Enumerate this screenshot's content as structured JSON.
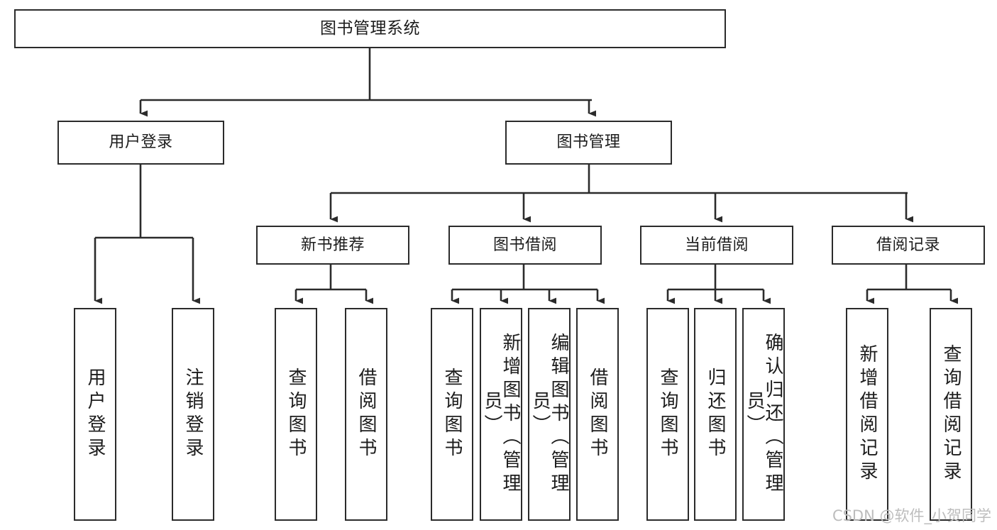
{
  "diagram": {
    "title": "图书管理系统",
    "type": "tree",
    "root": {
      "label": "图书管理系统",
      "children": [
        {
          "label": "用户登录",
          "children": [
            {
              "label": "用户登录"
            },
            {
              "label": "注销登录"
            }
          ]
        },
        {
          "label": "图书管理",
          "children": [
            {
              "label": "新书推荐",
              "children": [
                {
                  "label": "查询图书"
                },
                {
                  "label": "借阅图书"
                }
              ]
            },
            {
              "label": "图书借阅",
              "children": [
                {
                  "label": "查询图书"
                },
                {
                  "label": "新增图书（管理员）"
                },
                {
                  "label": "编辑图书（管理员）"
                },
                {
                  "label": "借阅图书"
                }
              ]
            },
            {
              "label": "当前借阅",
              "children": [
                {
                  "label": "查询图书"
                },
                {
                  "label": "归还图书"
                },
                {
                  "label": "确认归还（管理员）"
                }
              ]
            },
            {
              "label": "借阅记录",
              "children": [
                {
                  "label": "新增借阅记录"
                },
                {
                  "label": "查询借阅记录"
                }
              ]
            }
          ]
        }
      ]
    }
  },
  "nodes": {
    "root": "图书管理系统",
    "l2_user_login": "用户登录",
    "l2_book_mgmt": "图书管理",
    "l3_new_book_rec": "新书推荐",
    "l3_book_borrow": "图书借阅",
    "l3_current_borrow": "当前借阅",
    "l3_borrow_record": "借阅记录",
    "leaf_user_login": "用户登录",
    "leaf_logout": "注销登录",
    "leaf_rec_query": "查询图书",
    "leaf_rec_borrow": "借阅图书",
    "leaf_bb_query": "查询图书",
    "leaf_bb_add": "新增图书（管理员）",
    "leaf_bb_edit": "编辑图书（管理员）",
    "leaf_bb_borrow": "借阅图书",
    "leaf_cur_query": "查询图书",
    "leaf_cur_return": "归还图书",
    "leaf_cur_confirm": "确认归还（管理员）",
    "leaf_rec_add": "新增借阅记录",
    "leaf_rec_query2": "查询借阅记录"
  },
  "watermark": {
    "text": "CSDN @软件_小贺同学"
  },
  "colors": {
    "border": "#2b2b2b",
    "box_fill": "#ffffff",
    "text": "#1c1c1c",
    "background": "#ffffff",
    "watermark": "#bdbdbd"
  }
}
